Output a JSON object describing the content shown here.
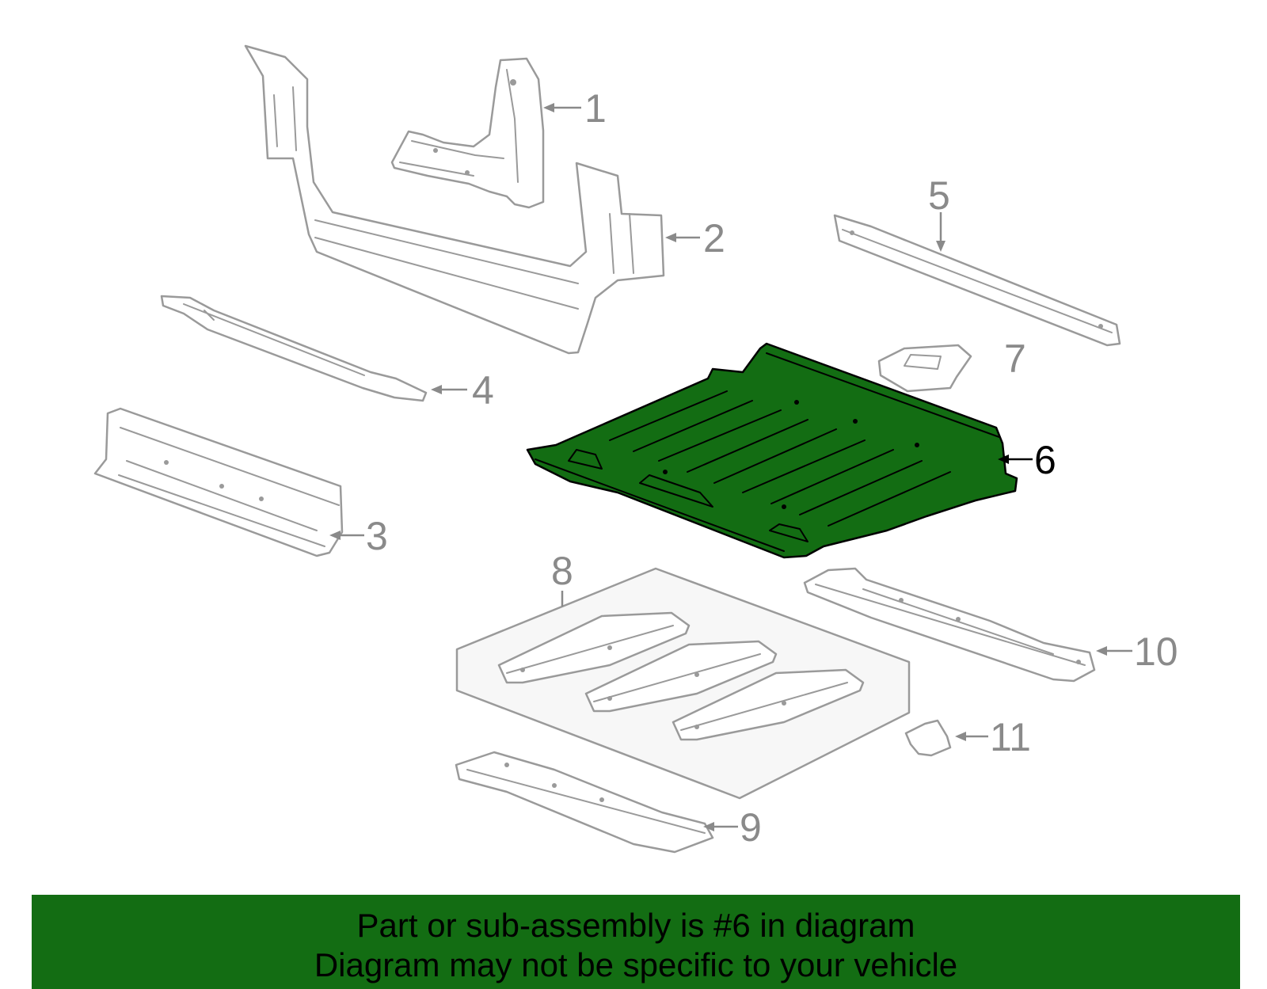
{
  "diagram": {
    "highlight_color": "#136d13",
    "line_color": "#9a9a9a",
    "selected_part": "6",
    "callouts": [
      {
        "id": "1",
        "label": "1"
      },
      {
        "id": "2",
        "label": "2"
      },
      {
        "id": "3",
        "label": "3"
      },
      {
        "id": "4",
        "label": "4"
      },
      {
        "id": "5",
        "label": "5"
      },
      {
        "id": "6",
        "label": "6"
      },
      {
        "id": "7",
        "label": "7"
      },
      {
        "id": "8",
        "label": "8"
      },
      {
        "id": "9",
        "label": "9"
      },
      {
        "id": "10",
        "label": "10"
      },
      {
        "id": "11",
        "label": "11"
      }
    ]
  },
  "banner": {
    "background": "#136d13",
    "line1": "Part or sub-assembly is #6 in diagram",
    "line2": "Diagram may not be specific to your vehicle"
  }
}
